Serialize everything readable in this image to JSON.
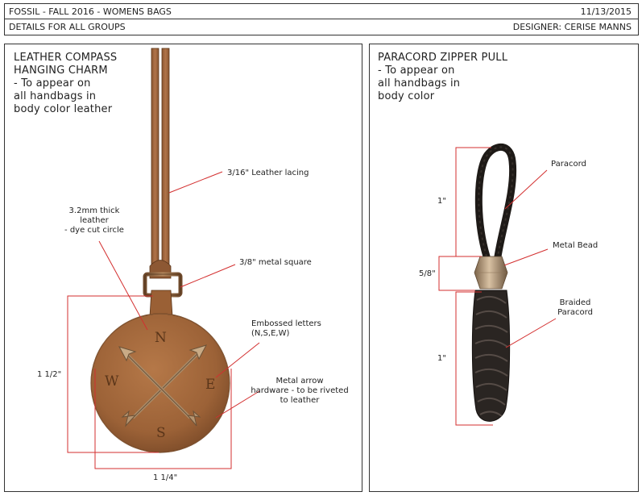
{
  "header": {
    "title": "FOSSIL - FALL 2016 - WOMENS BAGS",
    "date": "11/13/2015",
    "subtitle": "DETAILS FOR ALL GROUPS",
    "designer": "DESIGNER: CERISE MANNS"
  },
  "left_panel": {
    "title_line1": "LEATHER COMPASS",
    "title_line2": "HANGING CHARM",
    "desc_line1": "- To appear on",
    "desc_line2": "all handbags in",
    "desc_line3": "body color leather",
    "callouts": {
      "lacing": "3/16\" Leather lacing",
      "thick_line1": "3.2mm thick",
      "thick_line2": "leather",
      "thick_line3": "- dye cut circle",
      "square": "3/8\" metal square",
      "emboss_line1": "Embossed letters",
      "emboss_line2": "(N,S,E,W)",
      "arrow_line1": "Metal arrow",
      "arrow_line2": "hardware - to be riveted",
      "arrow_line3": "to leather"
    },
    "dimensions": {
      "height": "1 1/2\"",
      "width": "1 1/4\""
    },
    "letters": {
      "n": "N",
      "s": "S",
      "e": "E",
      "w": "W"
    }
  },
  "right_panel": {
    "title": "PARACORD ZIPPER PULL",
    "desc_line1": "- To appear on",
    "desc_line2": "all handbags in",
    "desc_line3": "body color",
    "callouts": {
      "paracord": "Paracord",
      "bead": "Metal Bead",
      "braided_line1": "Braided",
      "braided_line2": "Paracord"
    },
    "dimensions": {
      "loop": "1\"",
      "bead": "5/8\"",
      "braid": "1\""
    }
  },
  "colors": {
    "leather": "#a4693d",
    "leather_dark": "#6e4223",
    "metal": "#b89a78",
    "cord": "#1e1a17",
    "dimension_line": "#d32f2f"
  }
}
